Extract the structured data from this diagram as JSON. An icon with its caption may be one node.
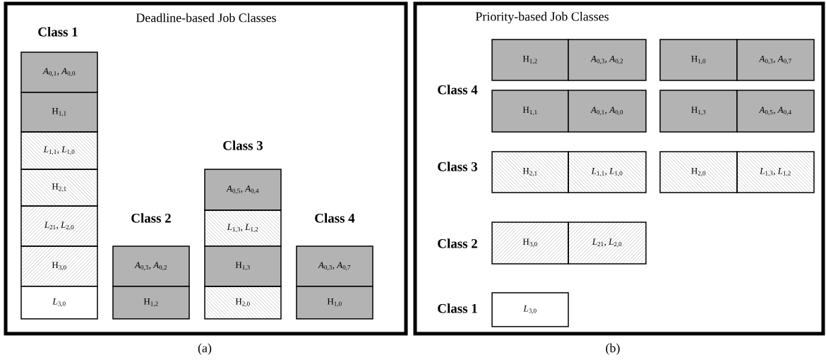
{
  "diagram": {
    "nodes": [
      {
        "text": [
          "Deadline-based Job Classes"
        ],
        "beside": [
          "(a)"
        ]
      },
      {
        "text": [
          "*A*$_{0,1}$, *A*$_{0,0}$"
        ],
        "in": 0
      },
      {
        "text": [
          "H$_{1,1}$"
        ],
        "in": 0
      },
      {
        "text": [
          "*L*$_{1,1}$, *L*$_{1,0}$"
        ],
        "in": 0
      },
      {
        "text": [
          "H$_{2,1}$"
        ],
        "in": 0
      },
      {
        "text": [
          "*L*$_{21}$, *L*$_{2,0}$"
        ],
        "in": 0
      },
      {
        "text": [
          "H$_{3,0}$"
        ],
        "in": 0
      },
      {
        "text": [
          "*L*$_{3,0}$"
        ],
        "in": 0
      },
      {
        "text": [
          "*A*$_{0,3}$, *A*$_{0,2}$"
        ],
        "in": 0
      },
      {
        "text": [
          "H$_{1,2}$"
        ],
        "in": 0
      },
      {
        "text": [
          "*A*$_{0,5}$, *A*$_{0,4}$"
        ],
        "in": 0
      },
      {
        "text": [
          "*L*$_{1,3}$, *L*$_{1,2}$"
        ],
        "in": 0
      },
      {
        "text": [
          "H$_{1,3}$"
        ],
        "in": 0
      },
      {
        "text": [
          "H$_{2,0}$"
        ],
        "in": 0
      },
      {
        "text": [
          "*A*$_{0,3}$, *A*$_{0,7}$"
        ],
        "in": 0
      },
      {
        "text": [
          "H$_{1,0}$"
        ],
        "in": 0
      },
      {
        "text": [
          "Priority-based Job Classes"
        ],
        "beside": [
          "(b)"
        ]
      },
      {
        "text": [
          "H$_{1,2}$"
        ],
        "in": 16
      },
      {
        "text": [
          "*A*$_{0,3}$, *A*$_{0,2}$"
        ],
        "in": 16
      },
      {
        "text": [
          "H$_{1,0}$"
        ],
        "in": 16
      },
      {
        "text": [
          "*A*$_{0,3}$, *A*$_{0,7}$"
        ],
        "in": 16
      },
      {
        "text": [
          "H$_{1,1}$"
        ],
        "in": 16
      },
      {
        "text": [
          "*A*$_{0,1}$, *A*$_{0,0}$"
        ],
        "in": 16
      },
      {
        "text": [
          "H$_{1,3}$"
        ],
        "in": 16
      },
      {
        "text": [
          "*A*$_{0,5}$, *A*$_{0,4}$"
        ],
        "in": 16
      },
      {
        "text": [
          "H$_{2,1}$"
        ],
        "in": 16
      },
      {
        "text": [
          "*L*$_{1,1}$, *L*$_{1,0}$"
        ],
        "in": 16
      },
      {
        "text": [
          "H$_{2,0}$"
        ],
        "in": 16
      },
      {
        "text": [
          "*L*$_{1,3}$, *L*$_{1,2}$"
        ],
        "in": 16
      },
      {
        "text": [
          "H$_{3,0}$"
        ],
        "in": 16
      },
      {
        "text": [
          "*L*$_{21}$, *L*$_{2,0}$"
        ],
        "in": 16
      },
      {
        "text": [
          "*L*$_{3,0}$"
        ],
        "in": 16
      }
    ],
    "labels": [
      "Class 1",
      "Class 3",
      "Class 2",
      "Class 4",
      "Class 4",
      "Class 3",
      "Class 2",
      "Class 1"
    ]
  }
}
